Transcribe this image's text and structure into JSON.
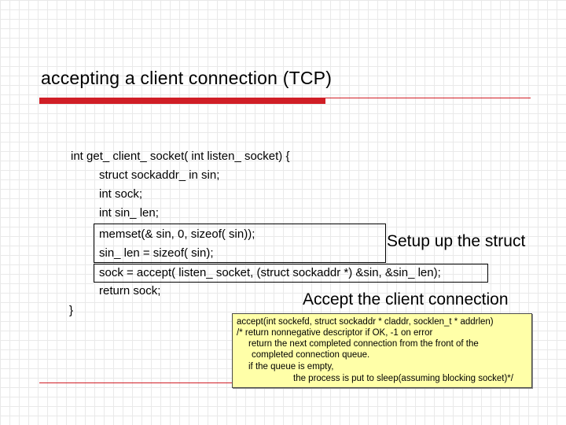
{
  "slide": {
    "title": "accepting a client connection (TCP)",
    "code_lines": [
      "int get_ client_ socket( int listen_ socket) {",
      "struct sockaddr_ in sin;",
      "int sock;",
      "int sin_ len;",
      "memset(& sin, 0, sizeof( sin));",
      "sin_ len = sizeof( sin);",
      "sock = accept( listen_ socket, (struct sockaddr *) &sin, &sin_ len);",
      "return sock;",
      "}"
    ],
    "notes": {
      "setup": "Setup up the struct",
      "accept": "Accept the client connection"
    },
    "yellow_note_lines": [
      "accept(int sockefd, struct sockaddr * claddr, socklen_t * addrlen)",
      "/* return nonnegative descriptor if OK, -1 on error",
      "return the next completed connection from the front of the",
      "completed connection queue.",
      "if the queue is empty,",
      "the process is put to sleep(assuming blocking socket)*/"
    ],
    "colors": {
      "accent_red": "#d01e26",
      "note_background": "#ffffa8"
    }
  }
}
